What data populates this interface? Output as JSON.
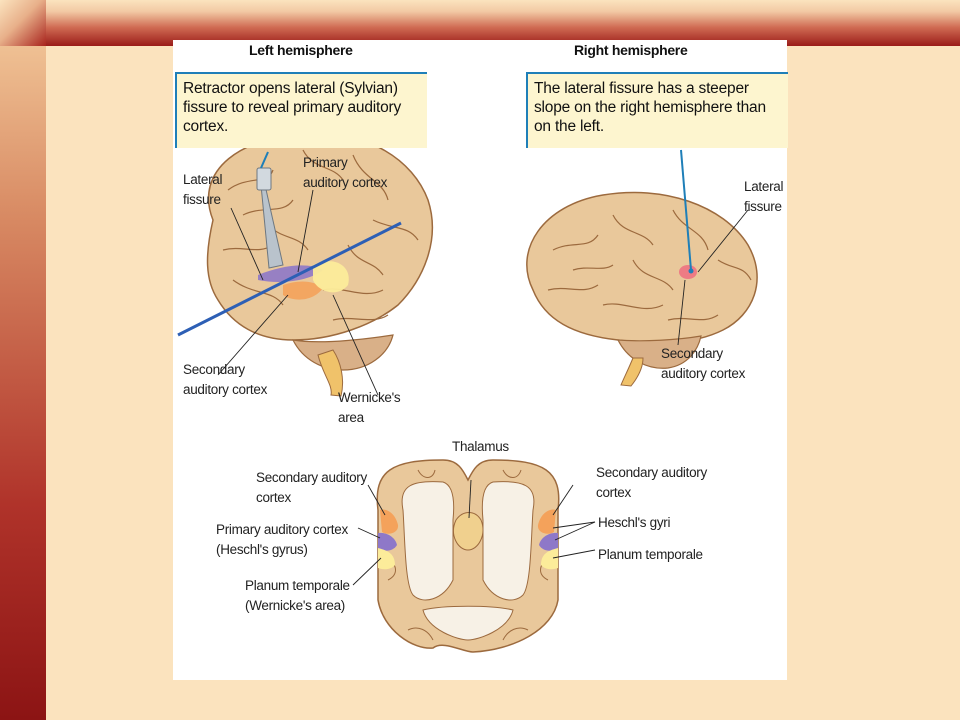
{
  "headings": {
    "left": "Left hemisphere",
    "right": "Right hemisphere"
  },
  "callouts": {
    "left": "Retractor opens lateral (Sylvian) fissure to reveal primary auditory cortex.",
    "right": "The lateral fissure has a steeper slope on the right hemisphere than on the left."
  },
  "left_labels": {
    "lateral": "Lateral",
    "fissure": "fissure",
    "primary": "Primary",
    "auditory_cortex": "auditory cortex",
    "secondary": "Secondary",
    "secondary_auditory_cortex": "auditory cortex",
    "wernicke": "Wernicke's",
    "area": "area"
  },
  "right_labels": {
    "lateral": "Lateral",
    "fissure": "fissure",
    "secondary": "Secondary",
    "auditory_cortex": "auditory cortex"
  },
  "section_labels": {
    "thalamus": "Thalamus",
    "sec_left_1": "Secondary auditory",
    "sec_left_2": "cortex",
    "primary_1": "Primary auditory cortex",
    "primary_2": "(Heschl's gyrus)",
    "planum_1": "Planum temporale",
    "planum_2": "(Wernicke's area)",
    "sec_right_1": "Secondary auditory",
    "sec_right_2": "cortex",
    "heschl": "Heschl's gyri",
    "planum_right": "Planum temporale"
  },
  "colors": {
    "brain": "#e9c89b",
    "gyri_line": "#9c6a3e",
    "secondary": "#f4a25b",
    "primary": "#8e78c8",
    "planum": "#fcec9a",
    "callout_line": "#1f7fb8",
    "sylvian_line": "#2d5fb5",
    "highlight": "#ef5a7a"
  }
}
